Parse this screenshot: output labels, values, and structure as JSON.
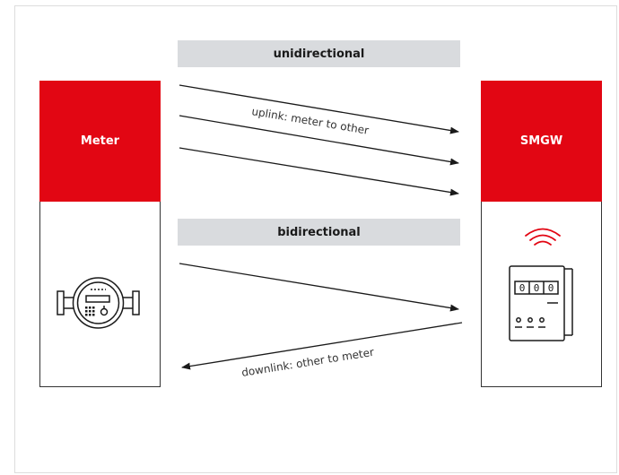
{
  "unidirectional": {
    "title": "unidirectional",
    "uplink_label": "uplink: meter to other"
  },
  "bidirectional": {
    "title": "bidirectional",
    "downlink_label": "downlink: other to meter"
  },
  "meter": {
    "label": "Meter",
    "icon": "water-meter-icon"
  },
  "smgw": {
    "label": "SMGW",
    "icon": "smart-meter-gateway-icon",
    "display_digits": [
      "0",
      "0",
      "0"
    ]
  },
  "colors": {
    "accent": "#e20613",
    "band": "#d9dbde",
    "line": "#1a1a1a"
  }
}
